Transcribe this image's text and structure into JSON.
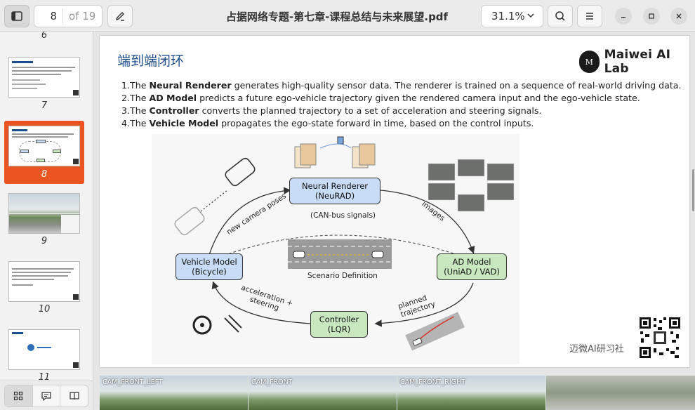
{
  "header": {
    "current_page": "8",
    "of_total": "of 19",
    "title": "占据网络专题-第七章-课程总结与未来展望.pdf",
    "zoom": "31.1%"
  },
  "sidebar": {
    "thumbnails": [
      {
        "num": "6"
      },
      {
        "num": "7"
      },
      {
        "num": "8"
      },
      {
        "num": "9"
      },
      {
        "num": "10"
      },
      {
        "num": "11"
      }
    ]
  },
  "slide": {
    "title": "端到端闭环",
    "logo_text": "Maiwei AI Lab",
    "logo_mark": "M",
    "steps": [
      {
        "num": "1.The ",
        "bold": "Neural Renderer",
        "rest": " generates high-quality sensor data. The renderer is trained on a sequence of real-world driving data."
      },
      {
        "num": "2.The ",
        "bold": "AD Model",
        "rest": " predicts a future ego-vehicle trajectory given the rendered camera input and the ego-vehicle state."
      },
      {
        "num": "3.The ",
        "bold": "Controller",
        "rest": " converts the planned trajectory to a set of acceleration and steering signals."
      },
      {
        "num": "4.The ",
        "bold": "Vehicle Model",
        "rest": " propagates the ego-state forward in time, based on the control inputs."
      }
    ],
    "watermark": "迈微AI研习社",
    "diagram": {
      "neural_renderer": [
        "Neural Renderer",
        "(NeuRAD)"
      ],
      "ad_model": [
        "AD Model",
        "(UniAD / VAD)"
      ],
      "controller": [
        "Controller",
        "(LQR)"
      ],
      "vehicle_model": [
        "Vehicle Model",
        "(Bicycle)"
      ],
      "images": "images",
      "new_camera_poses": "new camera poses",
      "can_bus": "(CAN-bus signals)",
      "scenario": "Scenario Definition",
      "planned": "planned",
      "trajectory": "trajectory",
      "acceleration": "acceleration +",
      "steering": "steering"
    }
  },
  "camstrip": {
    "labels": [
      "CAM_FRONT_LEFT",
      "CAM_FRONT",
      "CAM_FRONT_RIGHT"
    ]
  },
  "colors": {
    "accent": "#e95420",
    "title_blue": "#1f4e8c",
    "node_blue": "#c9dcf5",
    "node_green": "#c9e8c0"
  }
}
